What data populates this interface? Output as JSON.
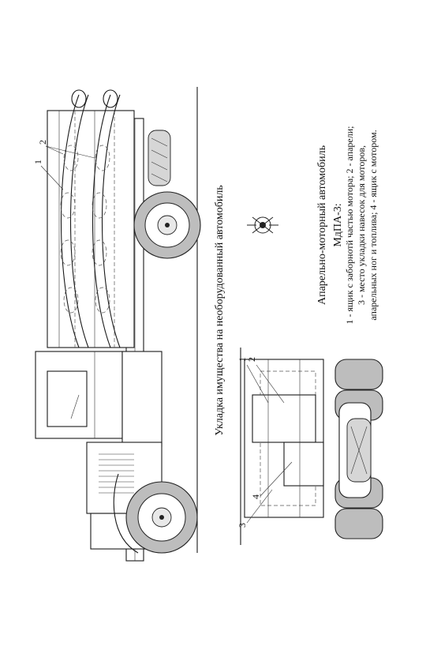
{
  "caption_main": "Укладка имущества на необорудованный автомобиль",
  "vehicle_title": "Апарельно-моторный автомобиль",
  "vehicle_model": "МдПА-3:",
  "legend_lines": [
    "1 - ящик с заборнотй частью мотора; 2 - апарели;",
    "3 - место укладки навесок для моторов,",
    "апарельных ног и топлива; 4 - ящик с мотором."
  ],
  "callouts_side": [
    "1",
    "2"
  ],
  "callouts_rear": [
    "1",
    "2",
    "3",
    "4"
  ]
}
